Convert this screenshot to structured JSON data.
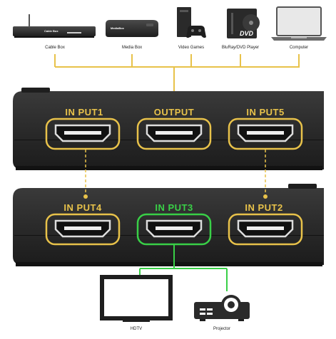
{
  "devices": {
    "cable_box": {
      "label": "Cable Box",
      "brand": "Cable Box"
    },
    "media_box": {
      "label": "Media Box",
      "brand": "MediaBox"
    },
    "video_games": {
      "label": "Video Games"
    },
    "bluray": {
      "label": "BluRay/DVD Player",
      "disc_text": "DVD"
    },
    "computer": {
      "label": "Computer"
    }
  },
  "switch": {
    "top_ports": [
      "IN PUT1",
      "OUTPUT",
      "IN PUT5"
    ],
    "bottom_ports": [
      "IN PUT4",
      "IN PUT3",
      "IN PUT2"
    ]
  },
  "outputs": {
    "hdtv": {
      "label": "HDTV"
    },
    "projector": {
      "label": "Projector"
    }
  },
  "colors": {
    "port_accent": "#e8c24a",
    "active_port": "#39d047",
    "case": "#2b2b2b"
  }
}
